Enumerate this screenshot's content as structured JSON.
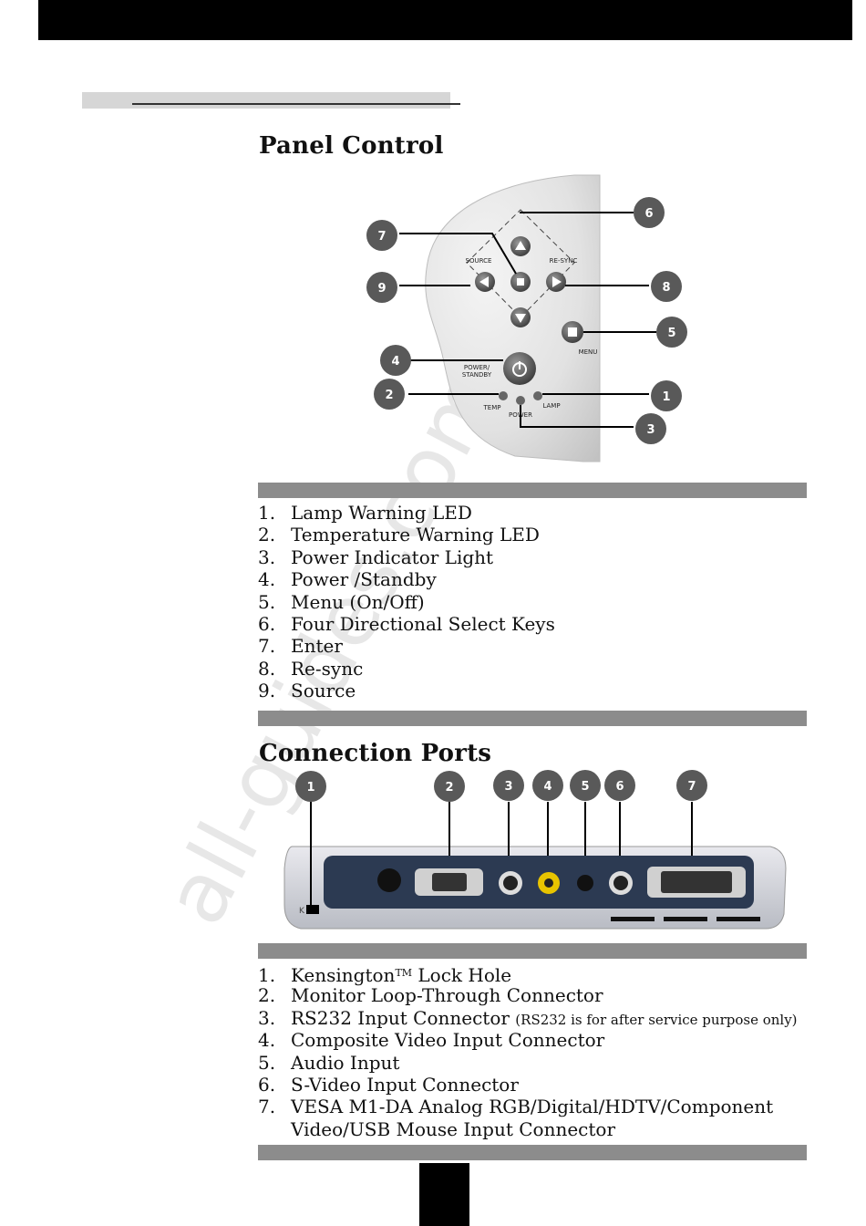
{
  "watermark": "all-guides.com",
  "panel_control": {
    "title": "Panel Control",
    "callouts": [
      "1",
      "2",
      "3",
      "4",
      "5",
      "6",
      "7",
      "8",
      "9"
    ],
    "panel_labels": {
      "source": "SOURCE",
      "resync": "RE-SYNC",
      "menu": "MENU",
      "power_standby_1": "POWER/",
      "power_standby_2": "STANDBY",
      "temp": "TEMP",
      "power": "POWER",
      "lamp": "LAMP"
    },
    "items": [
      {
        "num": "1.",
        "label": "Lamp Warning LED"
      },
      {
        "num": "2.",
        "label": "Temperature Warning LED"
      },
      {
        "num": "3.",
        "label": "Power Indicator Light"
      },
      {
        "num": "4.",
        "label": "Power /Standby"
      },
      {
        "num": "5.",
        "label": "Menu (On/Off)"
      },
      {
        "num": "6.",
        "label": "Four Directional Select Keys"
      },
      {
        "num": "7.",
        "label": "Enter"
      },
      {
        "num": "8.",
        "label": "Re-sync"
      },
      {
        "num": "9.",
        "label": "Source"
      }
    ]
  },
  "connection_ports": {
    "title": "Connection Ports",
    "callouts": [
      "1",
      "2",
      "3",
      "4",
      "5",
      "6",
      "7"
    ],
    "items": [
      {
        "num": "1.",
        "label": "Kensington",
        "sup": "TM",
        "label_after": " Lock Hole"
      },
      {
        "num": "2.",
        "label": "Monitor Loop-Through Connector"
      },
      {
        "num": "3.",
        "label": "RS232 Input Connector ",
        "note": "(RS232 is for after service purpose only)"
      },
      {
        "num": "4.",
        "label": "Composite Video  Input Connector"
      },
      {
        "num": "5.",
        "label": "Audio Input"
      },
      {
        "num": "6.",
        "label": "S-Video Input Connector"
      },
      {
        "num": "7.",
        "label": "VESA M1-DA Analog RGB/Digital/HDTV/Component",
        "line2": "Video/USB Mouse Input Connector"
      }
    ]
  },
  "colors": {
    "header": "#000000",
    "section_bar": "#8c8c8c",
    "callout": "#595959"
  }
}
